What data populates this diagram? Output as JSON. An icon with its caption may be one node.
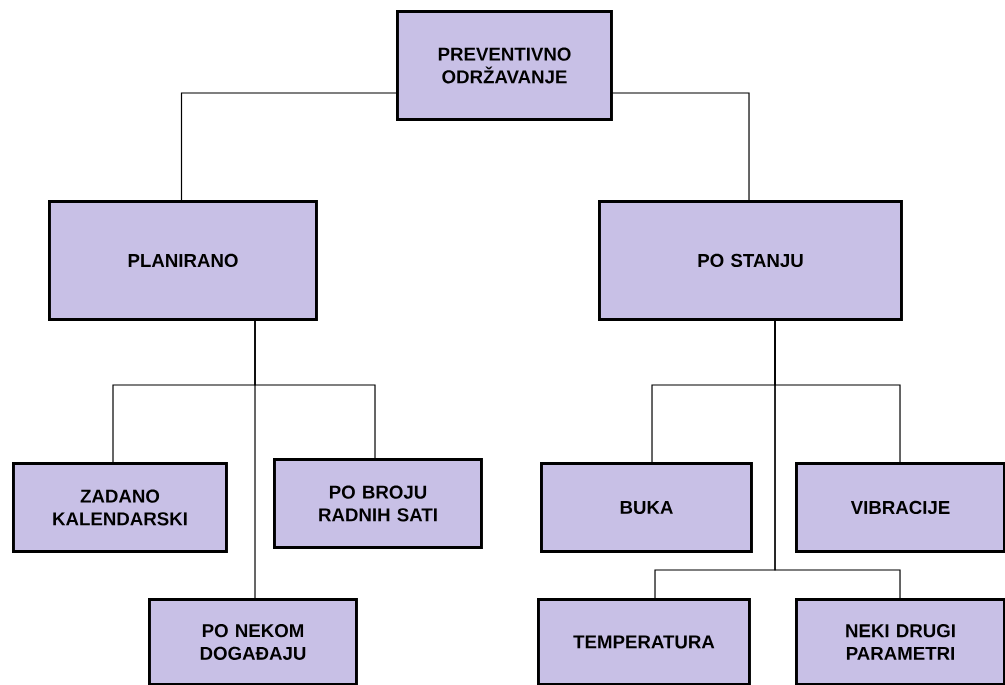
{
  "diagram": {
    "nodes": [
      {
        "text": [
          "PREVENTIVNO ODRŽAVANJE"
        ]
      },
      {
        "text": [
          "PLANIRANO"
        ]
      },
      {
        "text": [
          "PO STANJU"
        ]
      },
      {
        "text": [
          "ZADANO KALENDARSKI"
        ]
      },
      {
        "text": [
          "PO BROJU RADNIH SATI"
        ]
      },
      {
        "text": [
          "PO NEKOM DOGAĐAJU"
        ]
      },
      {
        "text": [
          "BUKA"
        ]
      },
      {
        "text": [
          "VIBRACIJE"
        ]
      },
      {
        "text": [
          "TEMPERATURA"
        ]
      },
      {
        "text": [
          "NEKI DRUGI PARAMETRI"
        ]
      }
    ],
    "edges": [
      {
        "from": 0,
        "to": 1,
        "arrow": "none"
      },
      {
        "from": 0,
        "to": 2,
        "arrow": "none"
      },
      {
        "from": 1,
        "to": 3,
        "arrow": "none"
      },
      {
        "from": 1,
        "to": 4,
        "arrow": "none"
      },
      {
        "from": 1,
        "to": 5,
        "arrow": "none"
      },
      {
        "from": 2,
        "to": 6,
        "arrow": "none"
      },
      {
        "from": 2,
        "to": 7,
        "arrow": "none"
      },
      {
        "from": 2,
        "to": 8,
        "arrow": "none"
      },
      {
        "from": 2,
        "to": 9,
        "arrow": "none"
      }
    ]
  }
}
